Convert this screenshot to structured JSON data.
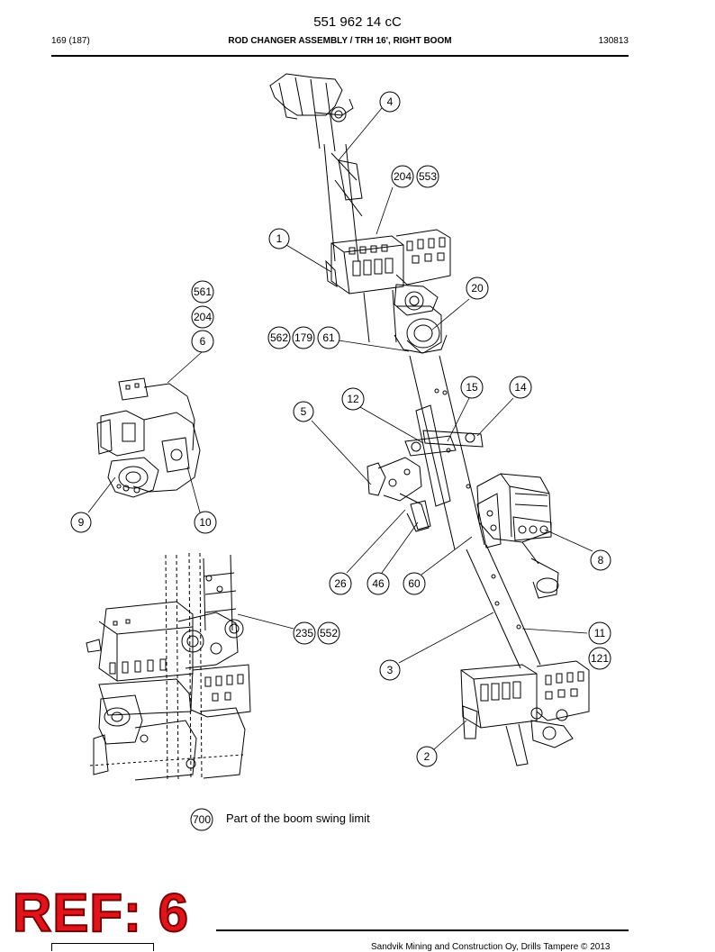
{
  "header": {
    "doc_number": "551 962 14 cC",
    "page": "169 (187)",
    "title": "ROD CHANGER ASSEMBLY / TRH 16', RIGHT BOOM",
    "revision": "130813"
  },
  "callouts": [
    {
      "label": "4"
    },
    {
      "label": "204"
    },
    {
      "label": "553"
    },
    {
      "label": "1"
    },
    {
      "label": "20"
    },
    {
      "label": "561"
    },
    {
      "label": "204"
    },
    {
      "label": "6"
    },
    {
      "label": "562"
    },
    {
      "label": "179"
    },
    {
      "label": "61"
    },
    {
      "label": "12"
    },
    {
      "label": "15"
    },
    {
      "label": "14"
    },
    {
      "label": "5"
    },
    {
      "label": "9"
    },
    {
      "label": "10"
    },
    {
      "label": "8"
    },
    {
      "label": "26"
    },
    {
      "label": "46"
    },
    {
      "label": "60"
    },
    {
      "label": "235"
    },
    {
      "label": "552"
    },
    {
      "label": "11"
    },
    {
      "label": "121"
    },
    {
      "label": "3"
    },
    {
      "label": "2"
    },
    {
      "label": "700"
    }
  ],
  "note": {
    "text": "Part of the boom swing limit"
  },
  "stamp": {
    "text": "REF: 6",
    "color": "#e3131b"
  },
  "footer": {
    "copyright": "Sandvik Mining and Construction Oy, Drills Tampere © 2013"
  }
}
